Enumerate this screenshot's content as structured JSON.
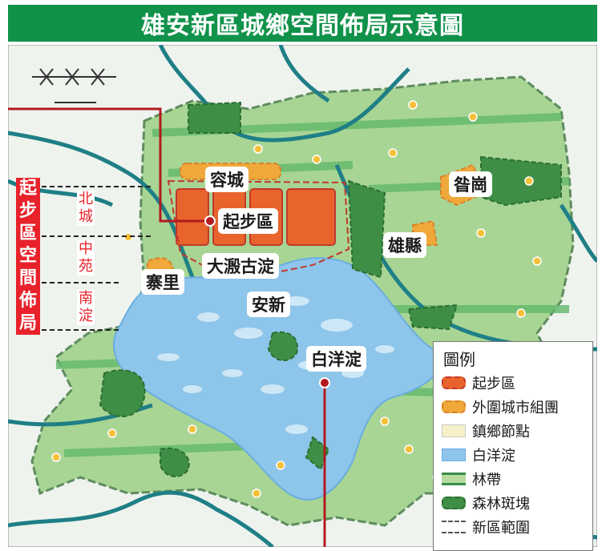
{
  "title": "雄安新區城鄉空間佈局示意圖",
  "labels": {
    "rongcheng": "容城",
    "qibuqu": "起步區",
    "dadian": "大溵古淀",
    "zhaili": "寨里",
    "anxin": "安新",
    "baiyangdian": "白洋淀",
    "xiongxian": "雄縣",
    "zangang": "昝崗"
  },
  "side_banner": {
    "title": [
      "起",
      "步",
      "區",
      "空",
      "間",
      "佈",
      "局"
    ],
    "sub": [
      [
        "北",
        "城"
      ],
      [
        "中",
        "苑"
      ],
      [
        "南",
        "淀"
      ]
    ]
  },
  "legend": {
    "title": "圖例",
    "items": [
      {
        "label": "起步區",
        "color": "#e8642c",
        "border": "#c0392b"
      },
      {
        "label": "外圍城市組團",
        "color": "#f0a83a",
        "border": "#d9822b"
      },
      {
        "label": "鎮鄉節點",
        "color": "#f7f1c9",
        "border": "#c8c8c8"
      },
      {
        "label": "白洋淀",
        "color": "#8ec5ea",
        "border": "#6aaee0"
      },
      {
        "label": "林帶",
        "color": "#b6dca0",
        "border": "#3a8d4a"
      },
      {
        "label": "森林斑塊",
        "color": "#3e8f45",
        "border": "#2d6d33"
      },
      {
        "label": "新區範圍",
        "color": "#ffffff",
        "border": "#555555"
      }
    ]
  },
  "colors": {
    "title_bg": "#10924a",
    "banner_red": "#e8222b",
    "land_green": "#a8d594",
    "belt_green": "#62b96a",
    "forest": "#3e8f45",
    "lake": "#8ec5ea",
    "river": "#1f7f86",
    "start_zone": "#e8642c",
    "orange_cluster": "#f0a83a",
    "node": "#f5c03a"
  }
}
